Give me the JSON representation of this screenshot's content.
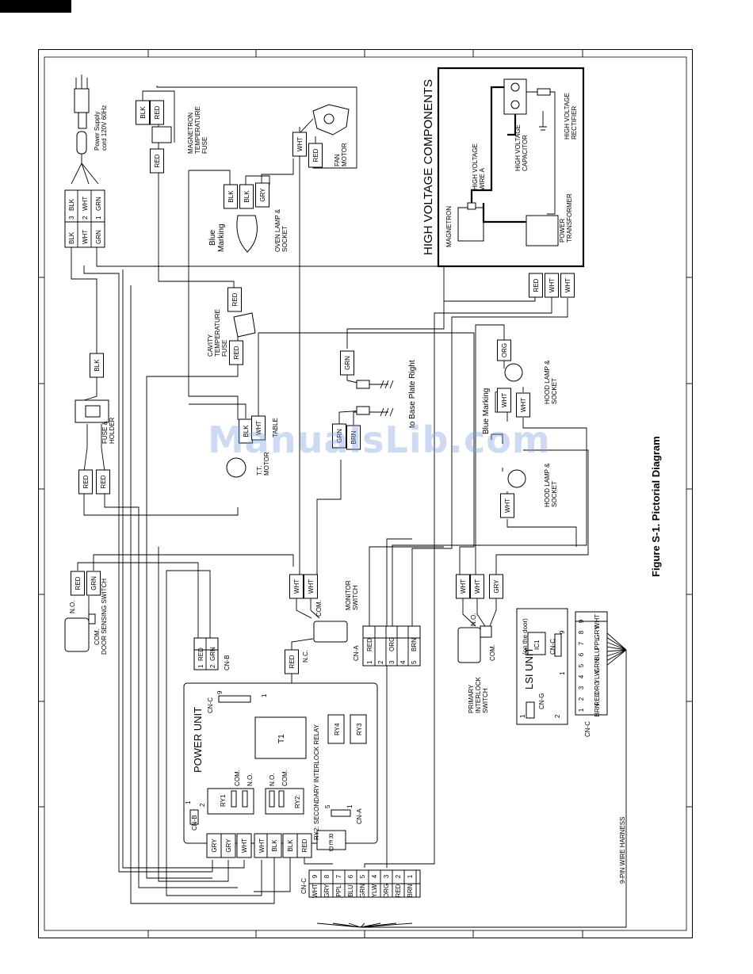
{
  "figure_title": "Figure S-1. Pictorial Diagram",
  "high_voltage": {
    "title": "HIGH VOLTAGE COMPONENTS",
    "magnetron": "MAGNETRON",
    "hv_wire": [
      "HIGH VOLTAGE",
      "WIRE A"
    ],
    "hv_capacitor": [
      "HIGH VOLTAGE",
      "CAPACITOR"
    ],
    "hv_rectifier": [
      "HIGH VOLTAGE",
      "RECTIFIER"
    ],
    "power_transformer": [
      "POWER",
      "TRANSFORMER"
    ]
  },
  "power_supply": [
    "Power Supply",
    "cord 120V 60Hz"
  ],
  "terminal_block": {
    "left": [
      "BLK",
      "WHT",
      "GRN"
    ],
    "numbers": [
      "3",
      "2",
      "1"
    ],
    "right": [
      "BLK",
      "WHT",
      "GRN"
    ]
  },
  "magnetron_temp_fuse": [
    "MAGNETRON",
    "TEMPERATURE",
    "FUSE"
  ],
  "fan_motor": [
    "FAN",
    "MOTOR"
  ],
  "oven_lamp": [
    "OVEN LAMP &",
    "SOCKET"
  ],
  "blue_marking_1": [
    "Blue",
    "Marking"
  ],
  "cavity_temp_fuse": [
    "CAVITY",
    "TEMPERATURE",
    "FUSE"
  ],
  "fuse_holder": [
    "FUSE &",
    "HOLDER"
  ],
  "turntable_motor": [
    "T.T.",
    "MOTOR"
  ],
  "turntable_label": "TABLE",
  "to_base_plate": "to Base Plate Right",
  "hood_lamp_1": [
    "HOOD LAMP &",
    "SOCKET"
  ],
  "hood_lamp_2": [
    "HOOD LAMP &",
    "SOCKET"
  ],
  "blue_marking_2": "Blue Marking",
  "door_switch": {
    "no": "N.O.",
    "com": "COM.",
    "name": "DOOR SENSING SWITCH"
  },
  "monitor_switch": {
    "com": "COM.",
    "name": [
      "MONITOR",
      "SWITCH"
    ],
    "nc": "N.C."
  },
  "primary_switch": {
    "no": "N.O.",
    "com": "COM.",
    "name": [
      "PRIMARY",
      "INTERLOCK",
      "SWITCH"
    ]
  },
  "cn_b": {
    "name": "CN-B",
    "pins": [
      "1",
      "2"
    ],
    "wires": [
      "RED",
      "GRN"
    ]
  },
  "cn_a": {
    "name": "CN-A",
    "pins": [
      "1",
      "2",
      "3",
      "4",
      "5"
    ],
    "wires": [
      "RED",
      "",
      "ORG",
      "",
      "BRN"
    ]
  },
  "power_unit": {
    "title": "POWER UNIT",
    "t1": "T1",
    "ry1": "RY1",
    "ry2": "RY2:",
    "ry3": "RY3",
    "ry4": "RY4",
    "ry2_label": "RY2: SECONDARY INTERLOCK RELAY",
    "cnc": "CN-C",
    "cnb": "CN-B",
    "cna": "CN-A",
    "com": "COM.",
    "no": "N.O.",
    "pin9": "9",
    "pin1": "1",
    "pin5": "5",
    "pin2": "2",
    "red_vertical": [
      "R",
      "E",
      "D"
    ]
  },
  "relay_wires": [
    "GRY",
    "GRY",
    "WHT",
    "WHT",
    "BLK",
    "BLK",
    "RED"
  ],
  "cn_c_bottom": {
    "name": "CN-C",
    "colors": [
      "WHT",
      "GRY",
      "PPL",
      "BLU",
      "GRN",
      "YLW",
      "ORG",
      "RED",
      "BRN"
    ],
    "pins": [
      "9",
      "8",
      "7",
      "6",
      "5",
      "4",
      "3",
      "2",
      "1"
    ]
  },
  "lsi": {
    "title": "LSI UNIT",
    "note": "(on the door)",
    "ic1": "IC1",
    "cng": "CN-G",
    "cnc": "CN-C",
    "pins_top": [
      "1",
      "2",
      "3",
      "4",
      "5",
      "6",
      "7",
      "8",
      "9"
    ],
    "colors_vertical": [
      "BRN",
      "RED",
      "ORG",
      "YLW",
      "GRN",
      "BLU",
      "PPL",
      "GRY",
      "WHT"
    ],
    "cnc_label": "CN-C",
    "pin1": "1",
    "pin2": "2",
    "pin9": "9"
  },
  "harness": "9-PIN WIRE HARNESS",
  "wire_tags": {
    "fan_wht": "WHT",
    "fan_red": "RED",
    "mag_blk": "BLK",
    "mag_red": "RED",
    "mag_red2": "RED",
    "oven_blk1": "BLK",
    "oven_blk2": "BLK",
    "oven_gry": "GRY",
    "cav_red1": "RED",
    "cav_red2": "RED",
    "fuse_blk": "BLK",
    "fuse_red1": "RED",
    "fuse_red2": "RED",
    "tt_blk": "BLK",
    "tt_wht": "WHT",
    "base_grn1": "GRN",
    "base_grn2": "GRN",
    "mid_brn": "BRN",
    "hood_org": "ORG",
    "hood_wht1": "WHT",
    "hood_wht2": "WHT",
    "hood_wht3": "WHT",
    "hv_red": "RED",
    "hv_wht1": "WHT",
    "hv_wht2": "WHT",
    "door_red": "RED",
    "door_grn": "GRN",
    "mon_wht1": "WHT",
    "mon_wht2": "WHT",
    "mon_red": "RED",
    "pri_wht1": "WHT",
    "pri_wht2": "WHT",
    "pri_gry": "GRY"
  },
  "watermark": "ManualsLib.com"
}
